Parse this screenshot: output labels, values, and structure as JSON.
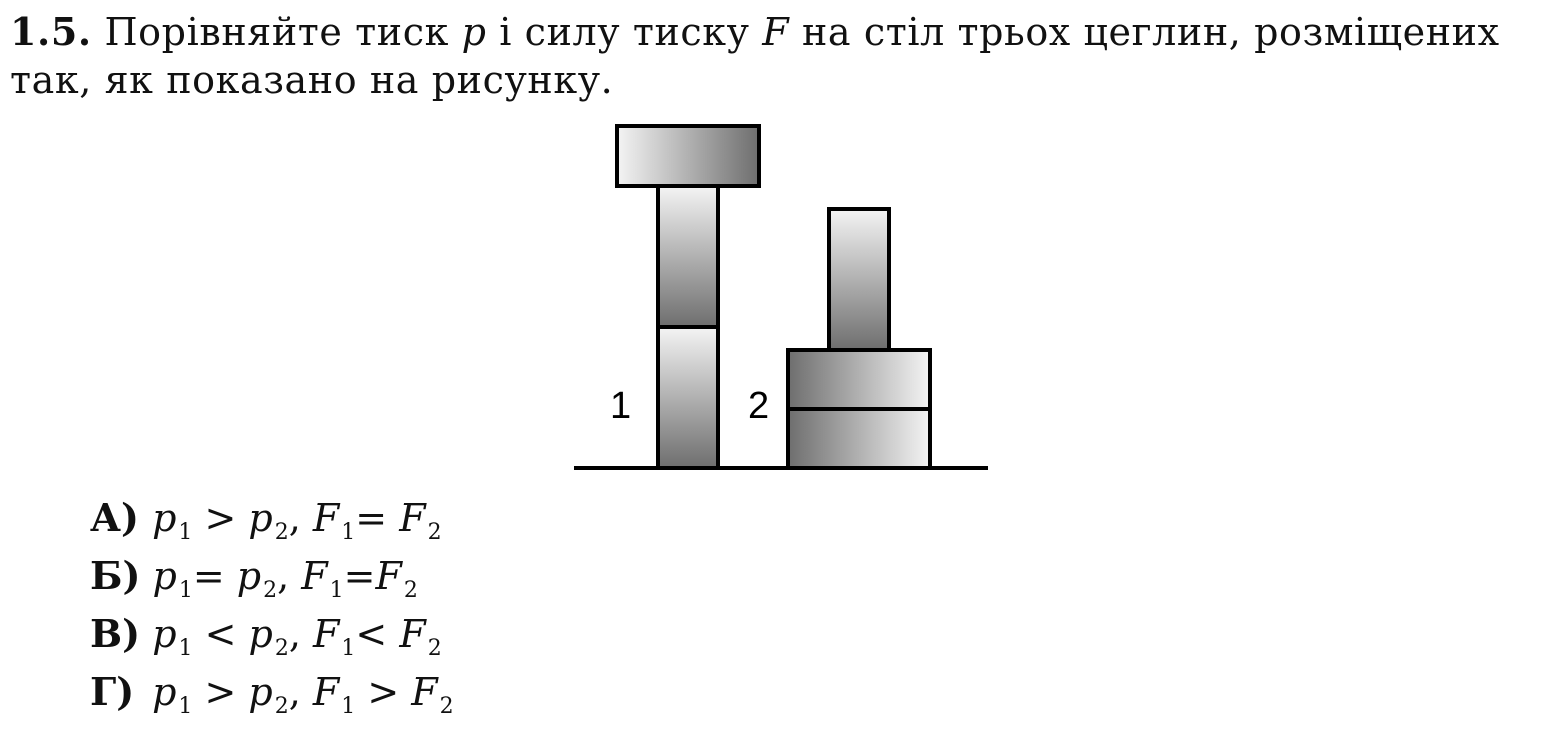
{
  "question": {
    "number": "1.5.",
    "line1_a": "Порівняйте тиск",
    "var_p": "p",
    "line1_b": "і силу тиску",
    "var_F": "F",
    "line1_c": "на стіл трьох цеглин, розміщених",
    "line2": "так, як показано на рисунку."
  },
  "figure": {
    "label_1": "1",
    "label_2": "2"
  },
  "answers": [
    {
      "letter": "А)",
      "p1": "p",
      "s1": "1",
      "op1": " > ",
      "p2": "p",
      "s2": "2",
      "sep": ", ",
      "F1": "F",
      "s3": "1",
      "op2": "= ",
      "F2": "F",
      "s4": "2"
    },
    {
      "letter": "Б)",
      "p1": "p",
      "s1": "1",
      "op1": "= ",
      "p2": "p",
      "s2": "2",
      "sep": ", ",
      "F1": "F",
      "s3": "1",
      "op2": "=",
      "F2": "F",
      "s4": "2"
    },
    {
      "letter": "В)",
      "p1": "p",
      "s1": "1",
      "op1": " < ",
      "p2": "p",
      "s2": "2",
      "sep": ", ",
      "F1": "F",
      "s3": "1",
      "op2": "< ",
      "F2": "F",
      "s4": "2"
    },
    {
      "letter": "Г)",
      "p1": "p",
      "s1": "1",
      "op1": " > ",
      "p2": "p",
      "s2": "2",
      "sep": ", ",
      "F1": "F",
      "s3": "1",
      "op2": " > ",
      "F2": "F",
      "s4": "2"
    }
  ]
}
